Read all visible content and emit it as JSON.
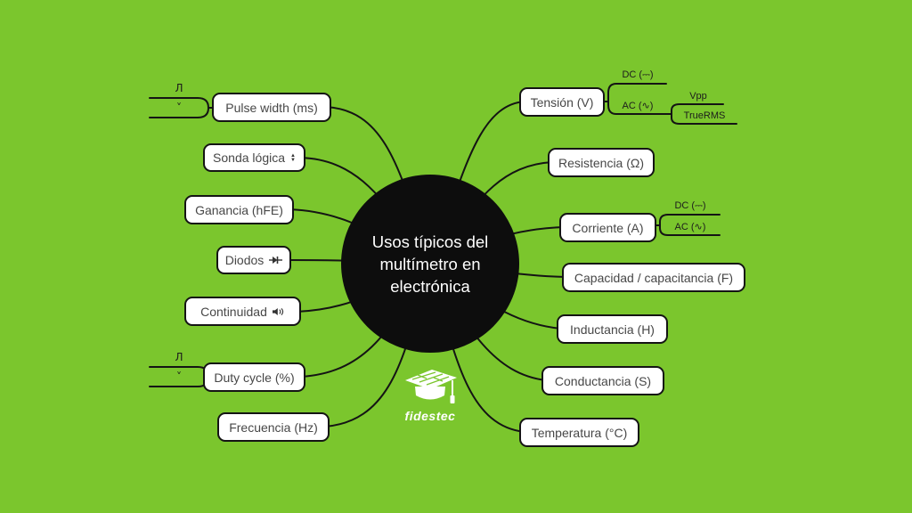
{
  "center": {
    "line1": "Usos típicos del",
    "line2": "multímetro en",
    "line3": "electrónica"
  },
  "nodes": {
    "pulse_width": {
      "label": "Pulse width (ms)"
    },
    "sonda_logica": {
      "label": "Sonda lógica"
    },
    "ganancia": {
      "label": "Ganancia (hFE)"
    },
    "diodos": {
      "label": "Diodos"
    },
    "continuidad": {
      "label": "Continuidad"
    },
    "duty_cycle": {
      "label": "Duty cycle (%)"
    },
    "frecuencia": {
      "label": "Frecuencia (Hz)"
    },
    "tension": {
      "label": "Tensión (V)"
    },
    "tension_dc": {
      "label": "DC (⎓)"
    },
    "tension_ac": {
      "label": "AC (∿)"
    },
    "vpp": {
      "label": "Vpp"
    },
    "truerms": {
      "label": "TrueRMS"
    },
    "resistencia": {
      "label": "Resistencia (Ω)"
    },
    "corriente": {
      "label": "Corriente (A)"
    },
    "corriente_dc": {
      "label": "DC (⎓)"
    },
    "corriente_ac": {
      "label": "AC (∿)"
    },
    "capacidad": {
      "label": "Capacidad / capacitancia (F)"
    },
    "inductancia": {
      "label": "Inductancia (H)"
    },
    "conductancia": {
      "label": "Conductancia (S)"
    },
    "temperatura": {
      "label": "Temperatura (°C)"
    },
    "pw_square": {
      "label": "Л"
    },
    "pw_sine": {
      "label": "˅"
    },
    "dy_square": {
      "label": "Л"
    },
    "dy_sine": {
      "label": "˅"
    }
  },
  "logo": {
    "brand": "fidestec"
  },
  "icons": {
    "sonda_logica": "up-down-arrows-icon",
    "diodos": "diode-symbol-icon",
    "continuidad": "speaker-sound-icon",
    "logo": "graduation-cap-circuit-icon"
  },
  "colors": {
    "background": "#7bc62d",
    "node_fill": "#ffffff",
    "node_border": "#141414",
    "node_text": "#474747",
    "center_fill": "#0d0d0d",
    "center_text": "#ffffff",
    "connector": "#141414"
  }
}
